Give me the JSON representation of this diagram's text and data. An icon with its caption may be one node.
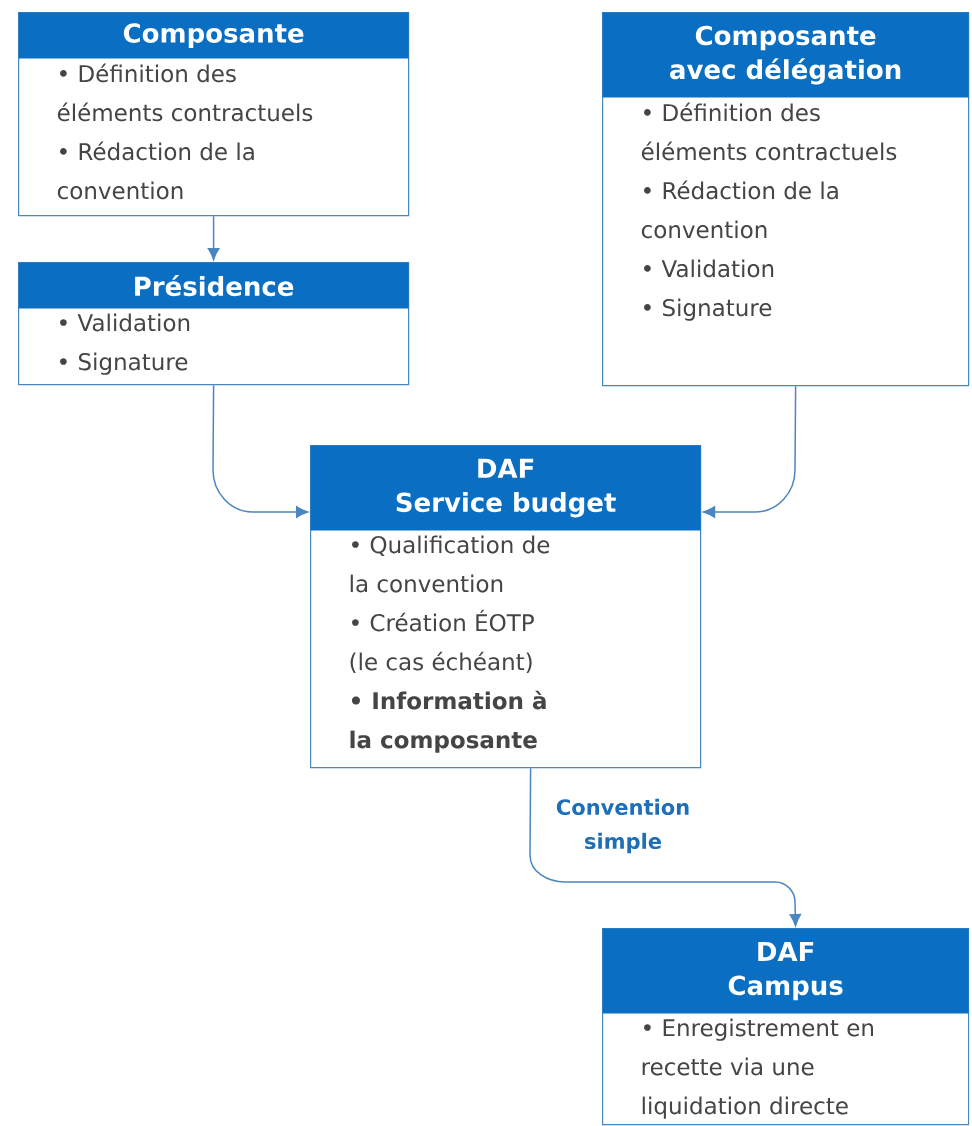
{
  "diagram": {
    "nodes": [
      {
        "text": [
          "Composante",
          "• Définition des éléments contractuels",
          "• Rédaction de la convention"
        ]
      },
      {
        "text": [
          "Présidence",
          "• Validation",
          "• Signature"
        ]
      },
      {
        "text": [
          "Composante avec délégation",
          "• Définition des éléments contractuels",
          "• Rédaction de la convention",
          "• Validation",
          "• Signature"
        ]
      },
      {
        "text": [
          "DAF",
          "Service budget",
          "• Qualification de la convention",
          "• Création ÉOTP (le cas échéant)",
          "**• Information à la composante**"
        ]
      },
      {
        "text": [
          "DAF",
          "Campus",
          "• Enregistrement en recette via une liquidation directe"
        ]
      }
    ],
    "edges": [
      {
        "from": 0,
        "to": 1,
        "arrow": "to"
      },
      {
        "from": 1,
        "to": 3,
        "arrow": "to"
      },
      {
        "from": 2,
        "to": 3,
        "arrow": "to"
      },
      {
        "from": 3,
        "to": 4,
        "arrow": "to",
        "label": "Convention simple"
      }
    ]
  }
}
